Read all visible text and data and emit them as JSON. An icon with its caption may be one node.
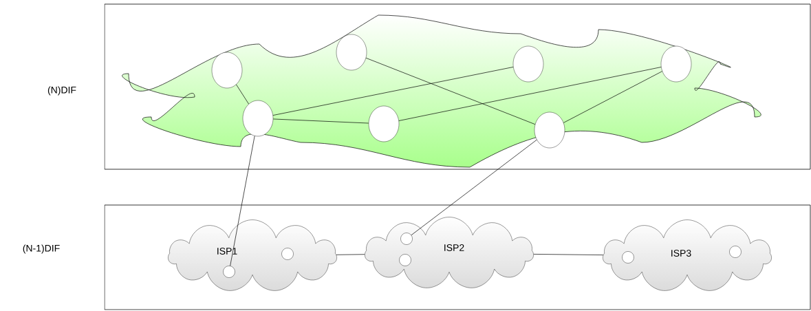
{
  "diagram": {
    "nodes": [
      {
        "text": [
          "(N)DIF"
        ]
      },
      {
        "text": [],
        "shape": "cloud",
        "in": 0
      },
      {
        "text": [],
        "shape": "circle",
        "in": 1
      },
      {
        "text": [],
        "shape": "circle",
        "in": 1
      },
      {
        "text": [],
        "shape": "circle",
        "in": 1
      },
      {
        "text": [],
        "shape": "circle",
        "in": 1
      },
      {
        "text": [],
        "shape": "circle",
        "in": 1
      },
      {
        "text": [],
        "shape": "circle",
        "in": 1
      },
      {
        "text": [],
        "shape": "circle",
        "in": 1
      },
      {
        "text": [
          "(N-1)DIF"
        ]
      },
      {
        "text": [
          "ISP1"
        ],
        "in": 9
      },
      {
        "text": [],
        "shape": "circle",
        "in": 10
      },
      {
        "text": [],
        "shape": "circle",
        "in": 10
      },
      {
        "text": [
          "ISP2"
        ],
        "in": 9
      },
      {
        "text": [],
        "shape": "circle",
        "in": 13
      },
      {
        "text": [],
        "shape": "circle",
        "in": 13
      },
      {
        "text": [
          "ISP3"
        ],
        "in": 9
      },
      {
        "text": [],
        "shape": "circle",
        "in": 16
      },
      {
        "text": [],
        "shape": "circle",
        "in": 16
      }
    ],
    "edges": [
      {
        "from": 2,
        "to": 6,
        "arrow": "none"
      },
      {
        "from": 6,
        "to": 4,
        "arrow": "none"
      },
      {
        "from": 6,
        "to": 7,
        "arrow": "none"
      },
      {
        "from": 7,
        "to": 5,
        "arrow": "none"
      },
      {
        "from": 3,
        "to": 8,
        "arrow": "none"
      },
      {
        "from": 8,
        "to": 5,
        "arrow": "none"
      },
      {
        "from": 6,
        "to": 11,
        "arrow": "none"
      },
      {
        "from": 8,
        "to": 14,
        "arrow": "none"
      },
      {
        "from": 10,
        "to": 13,
        "arrow": "none"
      },
      {
        "from": 13,
        "to": 16,
        "arrow": "none"
      }
    ]
  }
}
